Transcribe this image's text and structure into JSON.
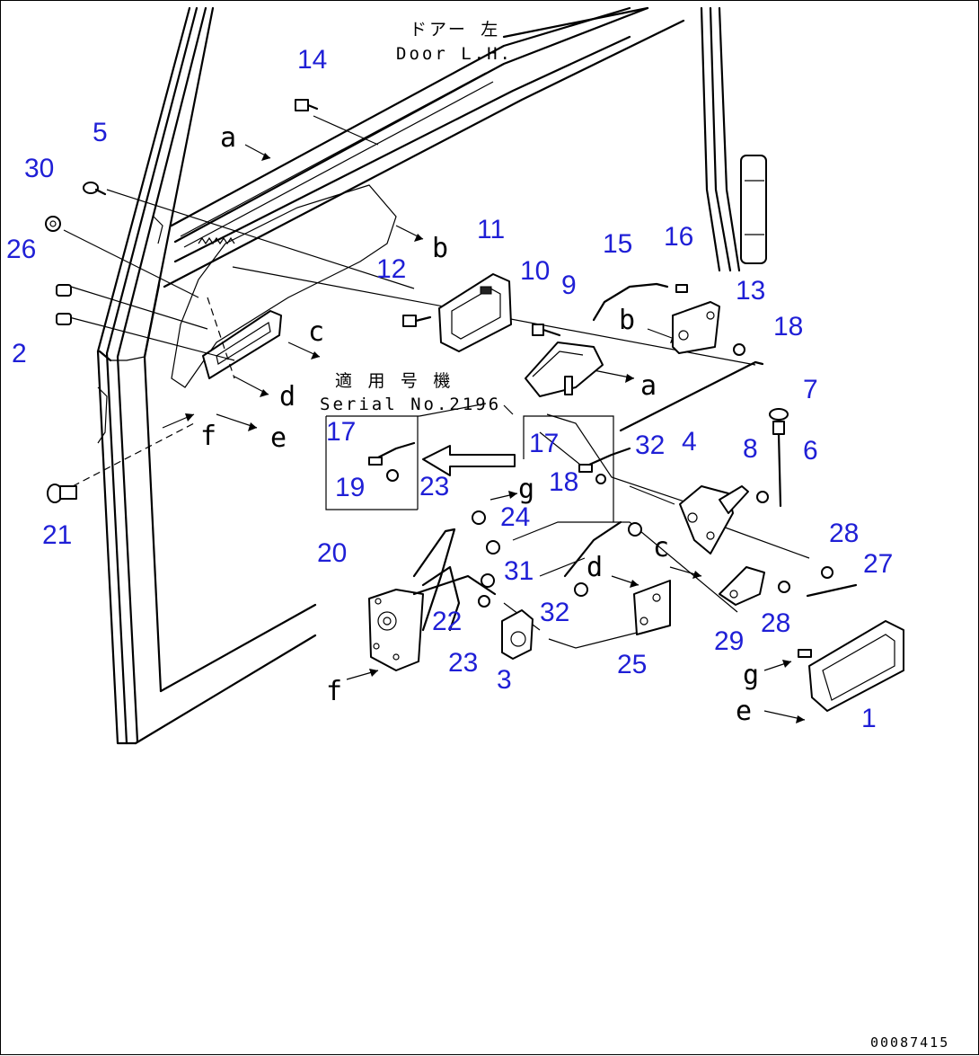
{
  "title": {
    "jp": "ドアー 左",
    "en": "Door L.H."
  },
  "serial_note": {
    "jp": "適 用 号 機",
    "en": "Serial No.2196"
  },
  "doc_number": "00087415",
  "part_numbers": [
    "1",
    "2",
    "3",
    "4",
    "5",
    "6",
    "7",
    "8",
    "9",
    "10",
    "11",
    "12",
    "13",
    "14",
    "15",
    "16",
    "17",
    "17",
    "18",
    "18",
    "19",
    "20",
    "21",
    "22",
    "23",
    "23",
    "24",
    "25",
    "26",
    "27",
    "28",
    "28",
    "29",
    "30",
    "31",
    "32",
    "32"
  ],
  "connection_letters": [
    "a",
    "a",
    "b",
    "b",
    "c",
    "c",
    "d",
    "d",
    "e",
    "e",
    "f",
    "f",
    "g",
    "g"
  ]
}
